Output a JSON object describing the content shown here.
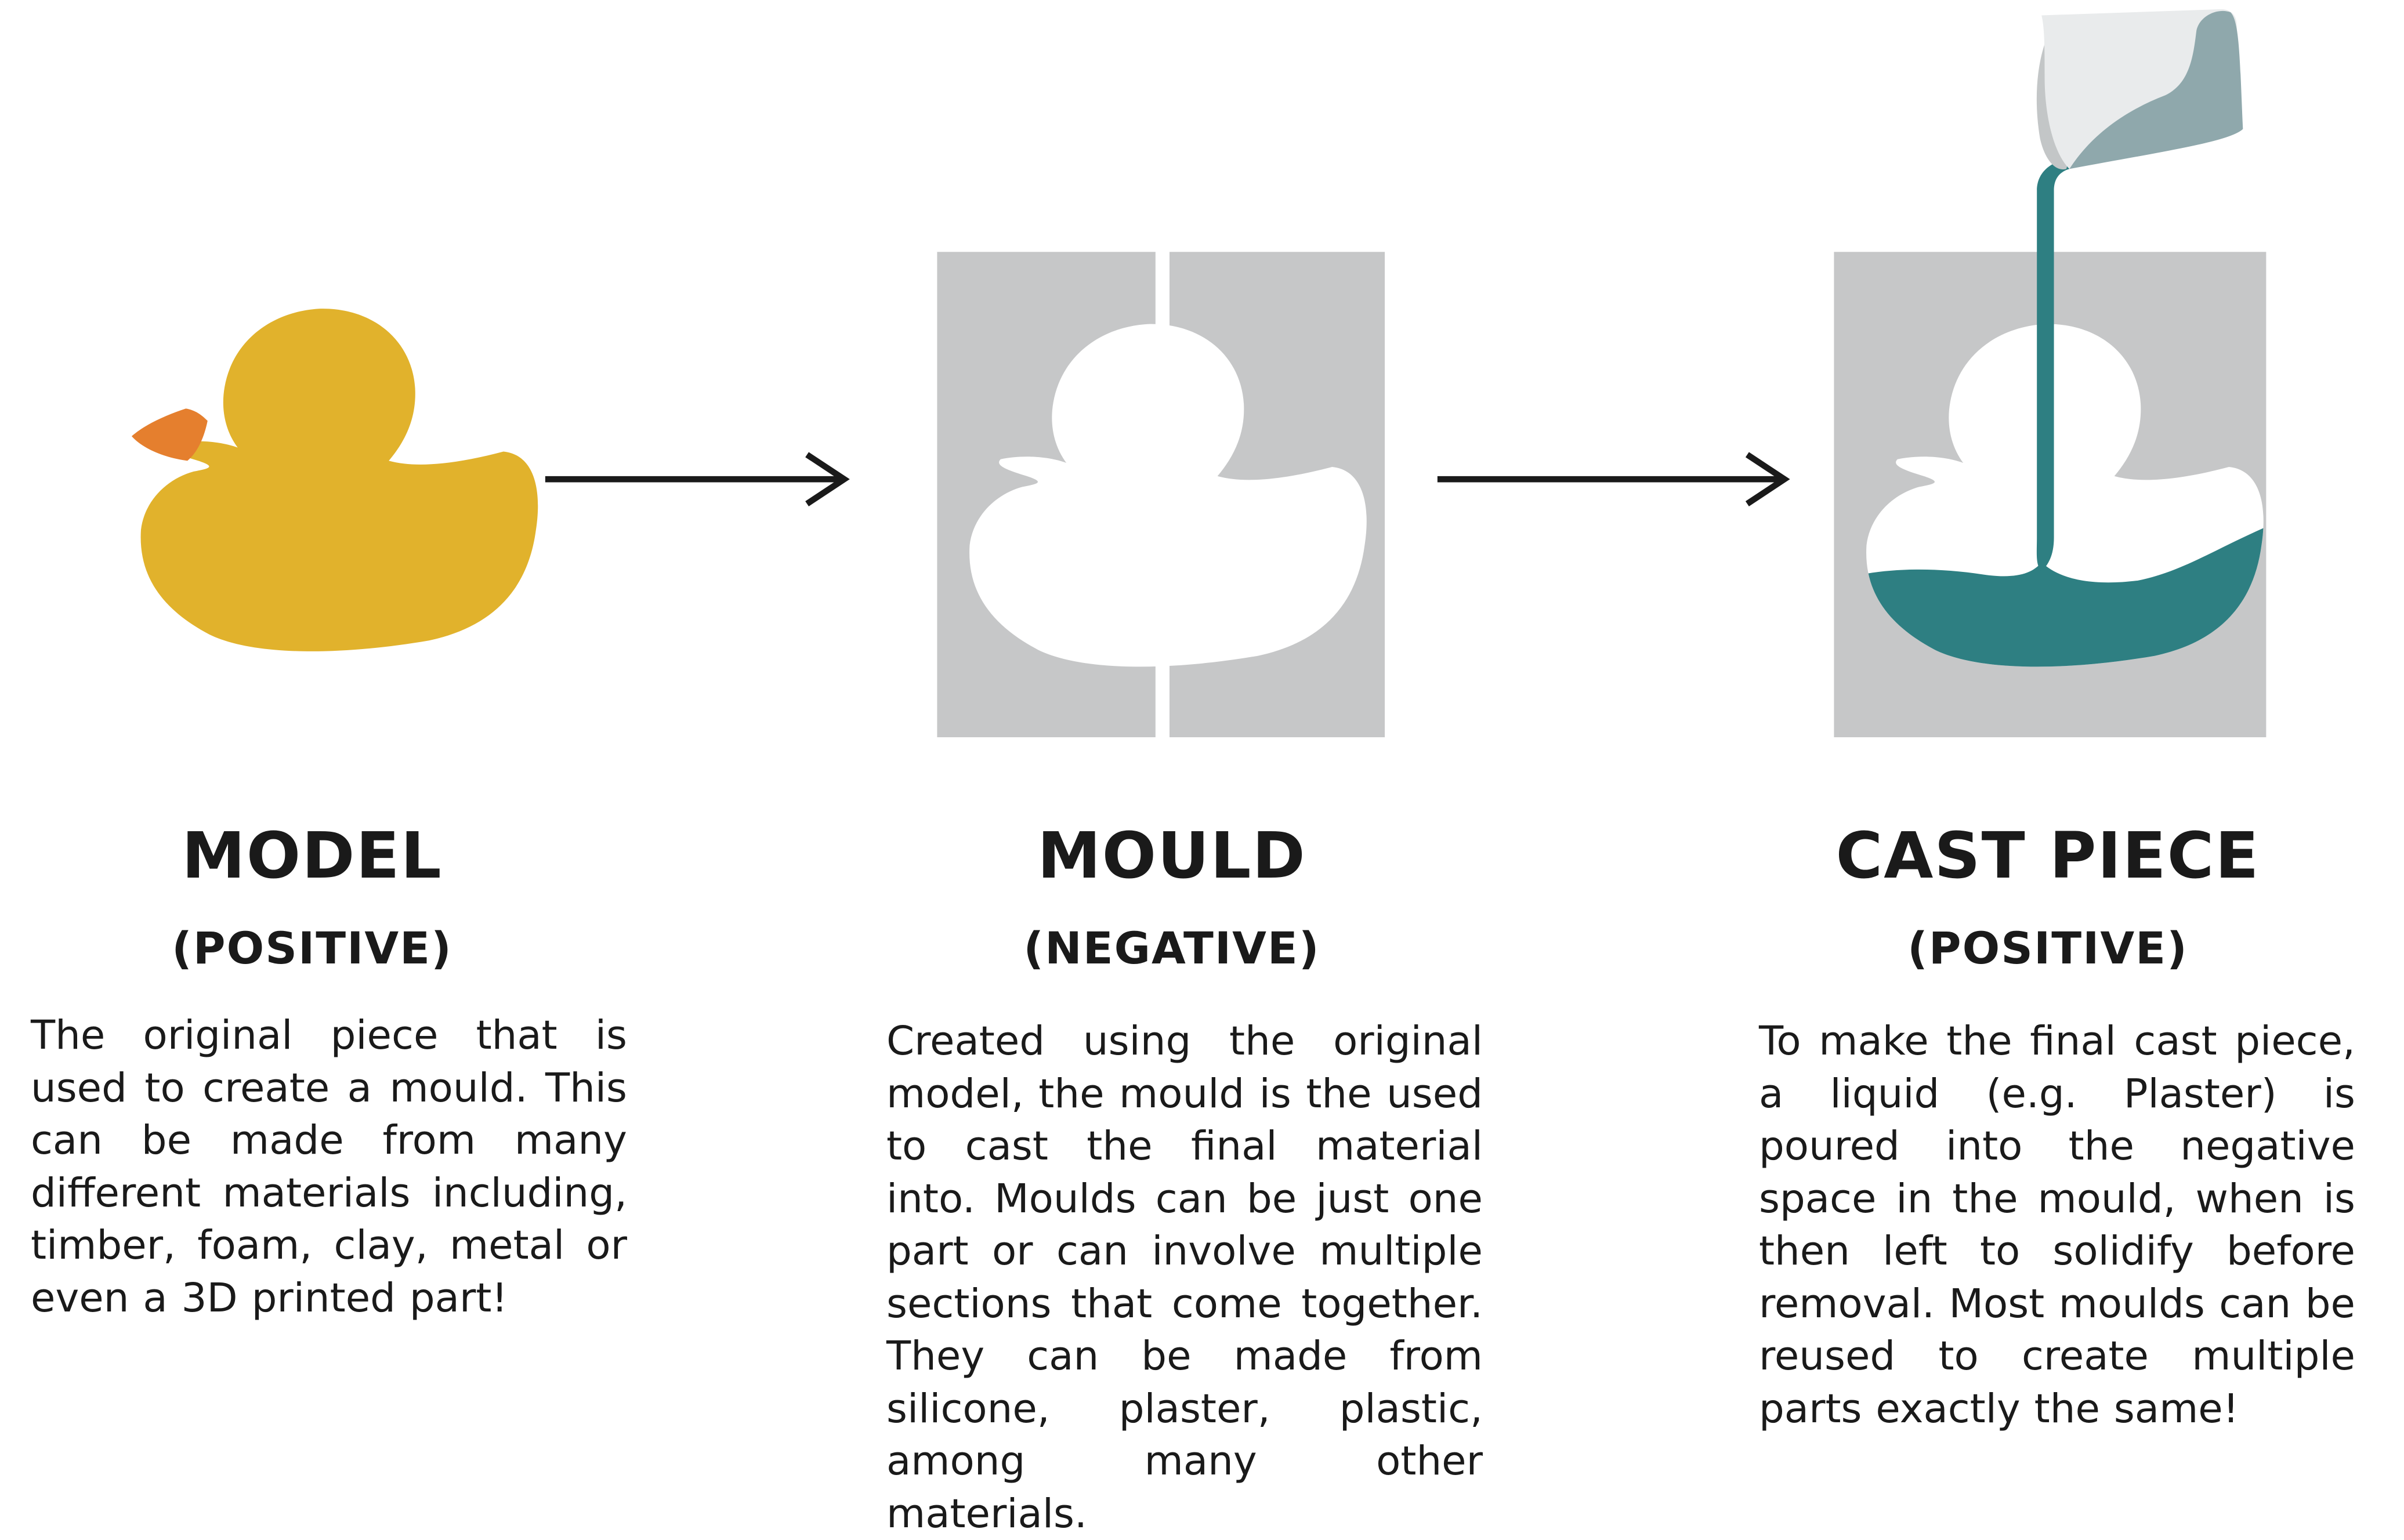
{
  "colors": {
    "duck_body": "#E1B22C",
    "duck_beak": "#E57F2E",
    "mould_block": "#C6C7C8",
    "cavity": "#FFFFFF",
    "liquid": "#2E7F82",
    "jug_light": "#E9EBEC",
    "jug_dark": "#8FA8AC",
    "jug_side": "#C3C6C7",
    "arrow": "#1A1A1A",
    "text": "#1A1A1A"
  },
  "stages": [
    {
      "title": "MODEL",
      "subtitle": "(POSITIVE)",
      "description": "The original piece that is used to create a mould. This can be made from many different materials including, timber, foam, clay, metal or even a 3D printed part!",
      "icon": "rubber-duck-icon"
    },
    {
      "title": "MOULD",
      "subtitle": "(NEGATIVE)",
      "description": "Created using the original model, the mould is the used to cast the final material into. Moulds can be just one part or can involve multiple sections that come together. They can be made from silicone, plaster, plastic, among many other materials.",
      "icon": "two-part-mould-icon"
    },
    {
      "title": "CAST PIECE",
      "subtitle": "(POSITIVE)",
      "description": "To make the final cast piece, a liquid (e.g. Plaster) is poured into the negative space in the mould, when is then left to solidify before removal. Most moulds can be reused to create multiple parts exactly the same!",
      "icon": "pouring-cast-icon"
    }
  ]
}
